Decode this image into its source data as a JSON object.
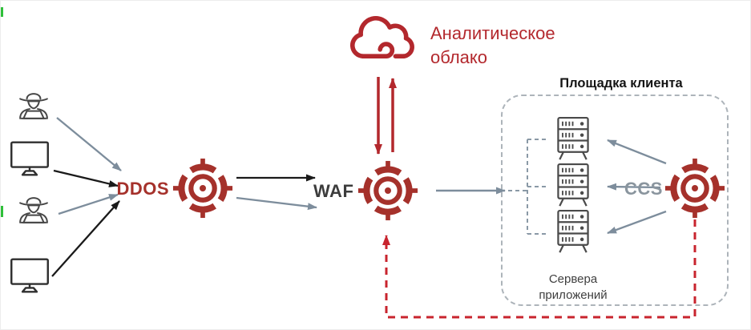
{
  "cloud": {
    "label": "Аналитическое облако"
  },
  "nodes": {
    "ddos": {
      "label": "DDOS"
    },
    "waf": {
      "label": "WAF"
    },
    "ccs": {
      "label": "CCS"
    }
  },
  "client_area": {
    "title": "Площадка клиента",
    "servers_label": "Сервера приложений"
  },
  "icons": {
    "attacker": "hacker-with-laptop-icon",
    "user_device": "desktop-monitor-icon",
    "protection_node": "target-scope-icon",
    "analytics": "cloud-icon",
    "server": "application-server-icon"
  },
  "colors": {
    "brand_red": "#a5312b",
    "cloud_red": "#b3282d",
    "dashed_red": "#c8242e",
    "arrow_gray": "#7d8d9c",
    "arrow_black": "#1a1a1a",
    "dashed_gray": "#8a99a6",
    "box_border_gray": "#adb4ba",
    "waf_label_color": "#3c3c3c",
    "ccs_label_color": "#8a959e"
  }
}
